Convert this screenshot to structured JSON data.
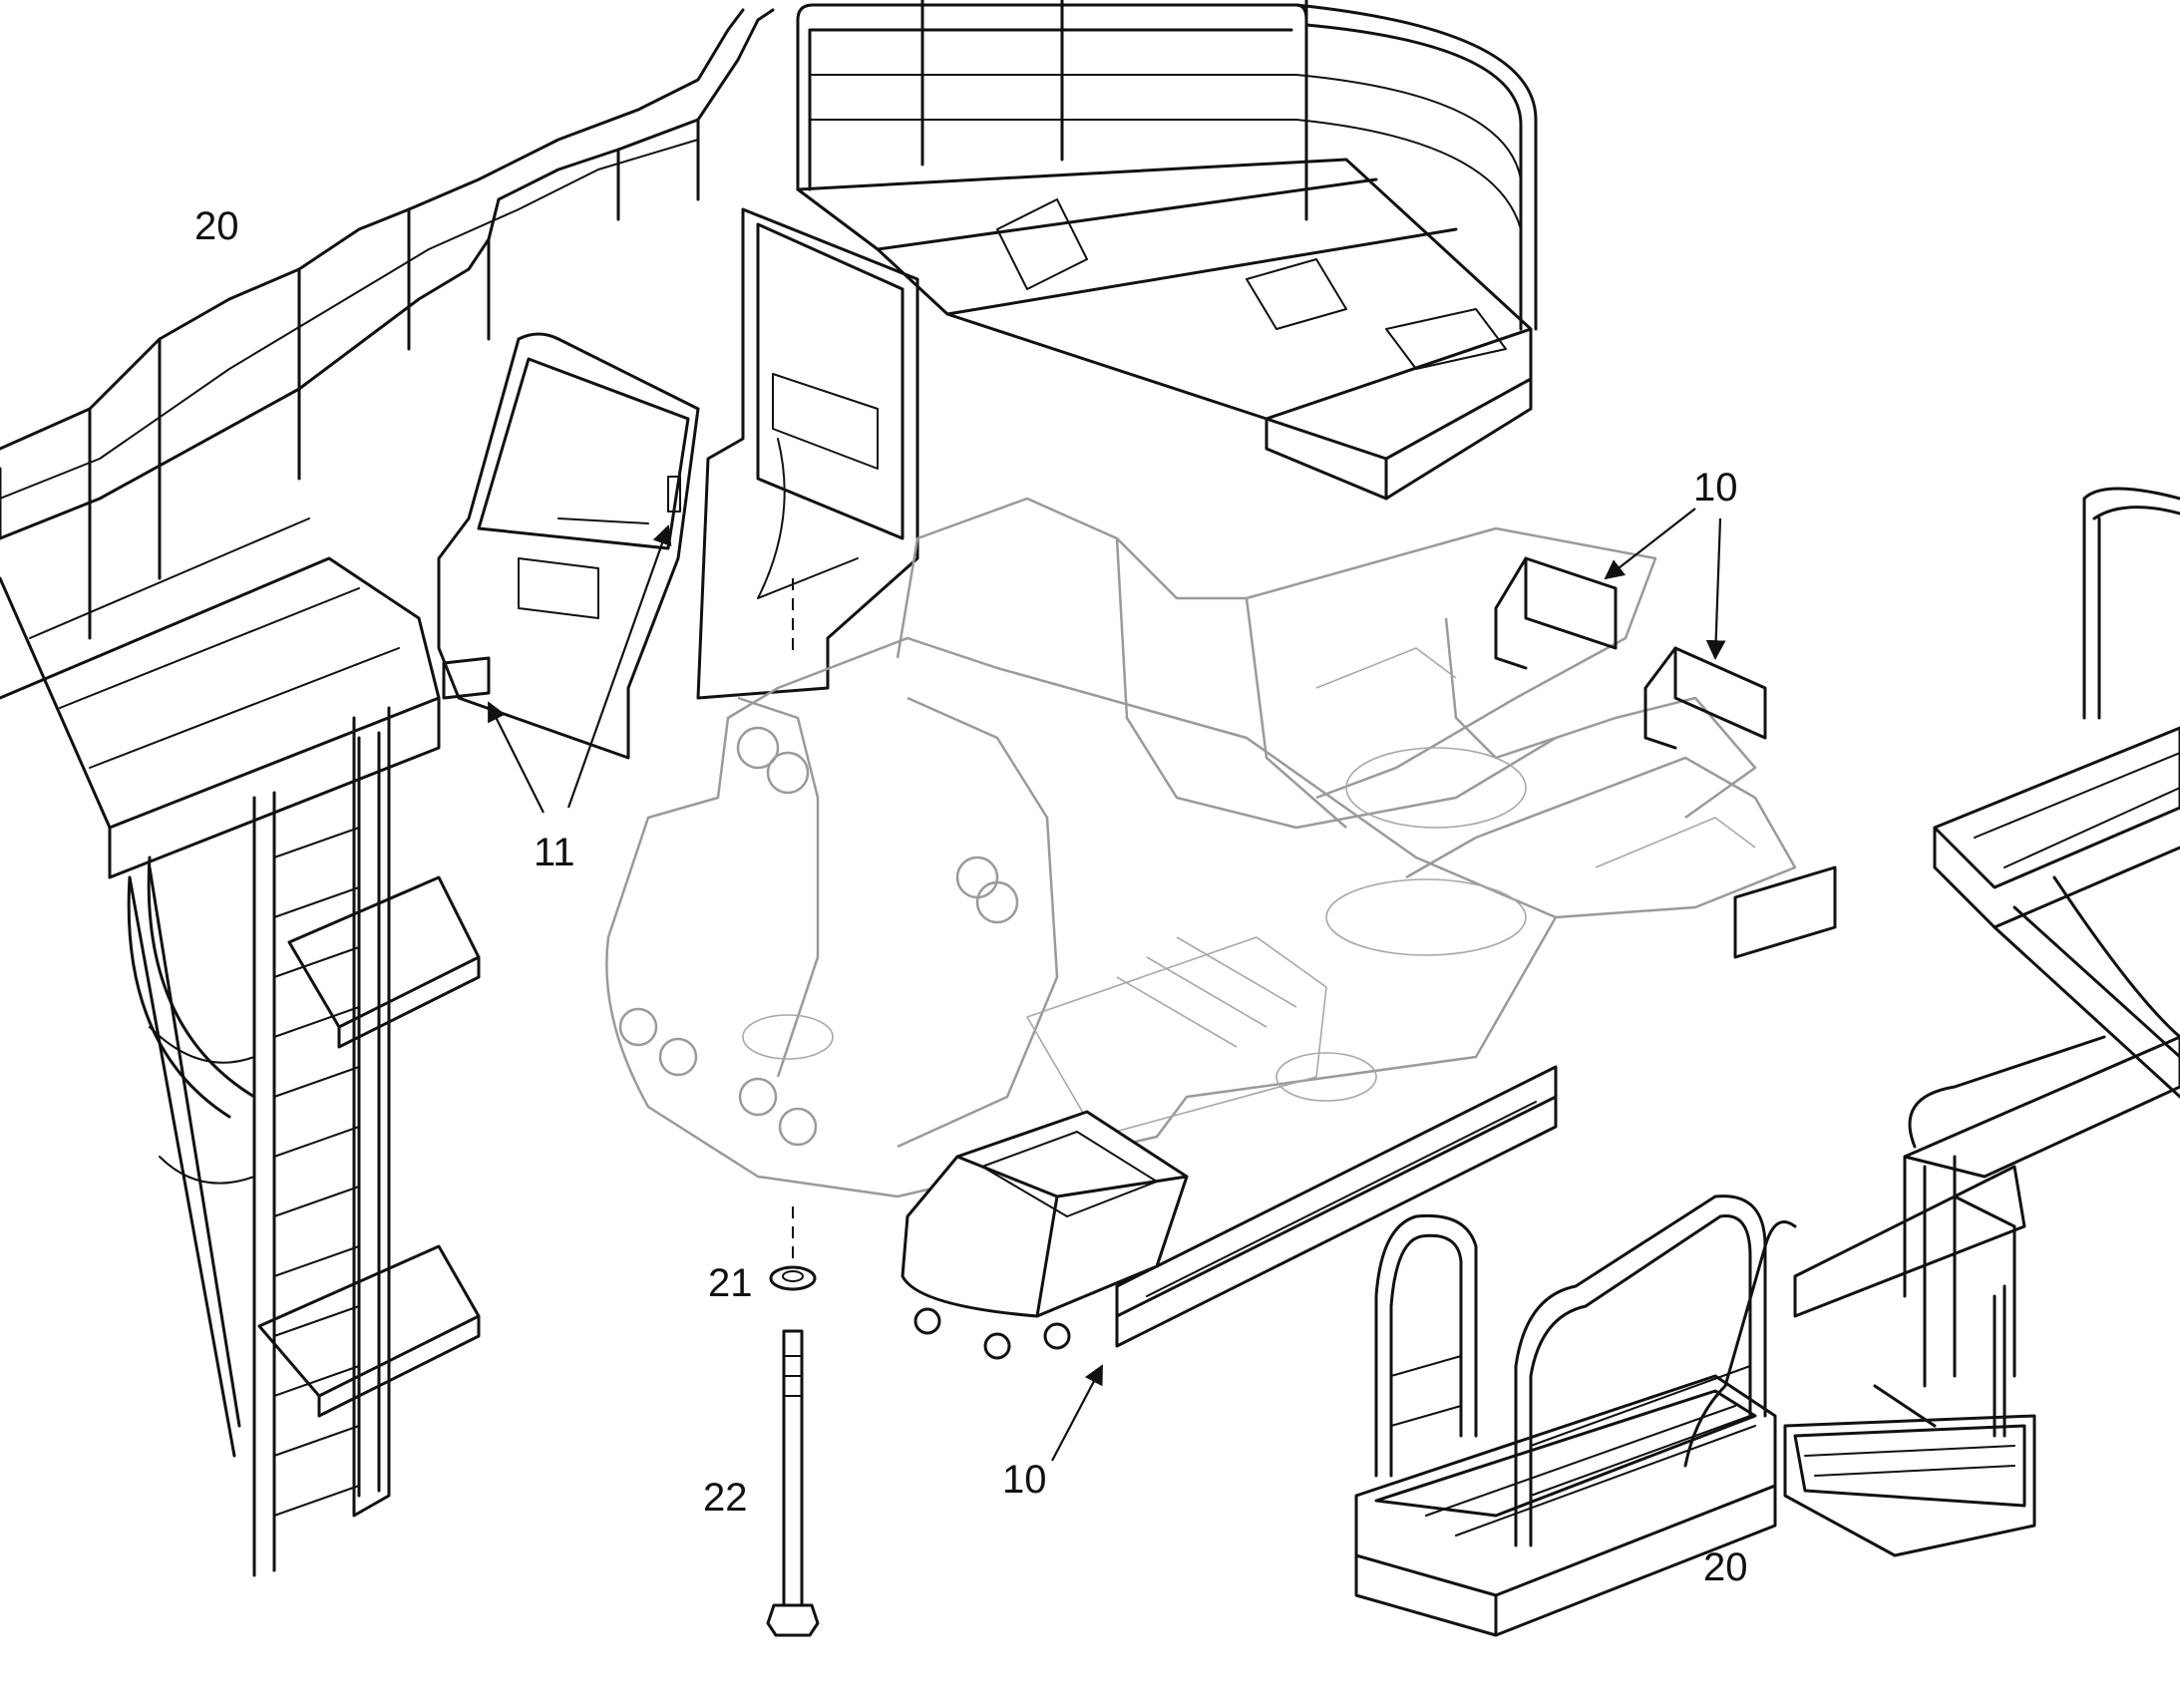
{
  "callouts": {
    "platform_left": "20",
    "platform_right": "20",
    "frame_rear_upper": "10",
    "frame_side_lower": "10",
    "counterweight_panels": "11",
    "washer": "21",
    "bolt": "22"
  },
  "colors": {
    "ink": "#111111",
    "frame_gray": "#9a9a9a",
    "background": "#ffffff"
  }
}
